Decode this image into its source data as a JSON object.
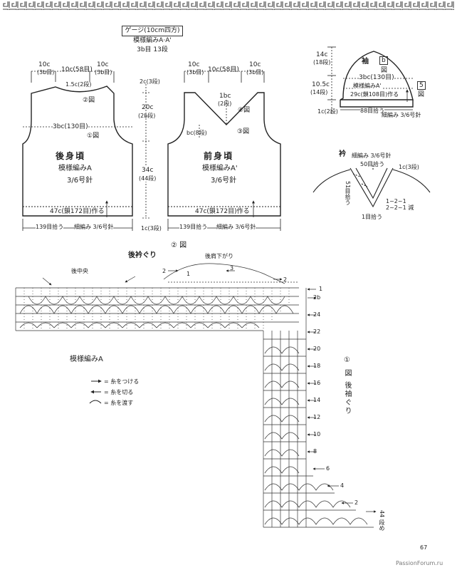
{
  "gauge": {
    "title": "ゲージ(10cm四方)",
    "line2": "模様編みA·A'",
    "line3": "3b目 13段"
  },
  "back": {
    "title": "後身頃",
    "pattern": "模様編みA",
    "needle": "3/6号針",
    "top_left": "10c",
    "top_left_st": "(3b目)",
    "top_mid": "10c(58目)",
    "top_right": "10c",
    "top_right_st": "(3b目)",
    "shoulder": "1.5c(2段)",
    "width": "3bc(130目)",
    "hem": "47c(鎖172目)作る",
    "hem_pick": "139目拾う",
    "hem_edge": "細編み 3/6号針",
    "ref2": "②図",
    "ref1": "①図"
  },
  "body_side": {
    "top": "2c(3段)",
    "armhole": "20c",
    "armhole_rows": "(2b段)",
    "length": "34c",
    "length_rows": "(44段)",
    "bottom": "1c(3段)"
  },
  "front": {
    "title": "前身頃",
    "pattern": "模様編みA'",
    "needle": "3/6号針",
    "top_left": "10c",
    "top_left_st": "(3b目)",
    "top_mid": "10c(58目)",
    "top_right": "10c",
    "top_right_st": "(3b目)",
    "neck": "1bc",
    "neck_rows": "(2段)",
    "ref4": "④図",
    "side_neck": "bc(8段)",
    "ref3": "③図",
    "hem": "47c(鎖172目)作る",
    "hem_pick": "139目拾う",
    "hem_edge": "細編み 3/6号針"
  },
  "sleeve": {
    "title": "袖",
    "ref_b": "b",
    "ref_b2": "図",
    "cap_h": "14c",
    "cap_rows": "(18段)",
    "body_h": "10.5c",
    "body_rows": "(14段)",
    "bottom": "1c(2段)",
    "top_w": "3bc(130目)",
    "pattern": "模様編みA'",
    "bottom_w": "29c(鎖108目)作る",
    "ref5": "5",
    "ref5b": "図",
    "pick": "88目拾う",
    "edge": "細編み 3/6号針"
  },
  "collar": {
    "title": "衿",
    "edge": "細編み 3/6号針",
    "pick_top": "50目拾う",
    "rows": "1c(3段)",
    "pick_left": "51目拾う",
    "dec": "1~2~1\n2~2~1 減",
    "pick_bottom": "1目拾う"
  },
  "chart": {
    "ref2": "② 図",
    "back_neck": "後衿ぐり",
    "shoulder_dec": "後肩下がり",
    "center": "後中央",
    "legend_title": "模様編みA",
    "legend": [
      "= 糸をつける",
      "= 糸を切る",
      "= 糸を渡す"
    ],
    "ref1_title": "① 図 後袖ぐり",
    "row_numbers": [
      "1",
      "2b",
      "24",
      "22",
      "20",
      "18",
      "16",
      "14",
      "12",
      "10",
      "8",
      "6",
      "4",
      "2"
    ],
    "top_arrows": [
      "2",
      "1",
      "3",
      "2"
    ],
    "end_label": "44 段め"
  },
  "page": {
    "number": "67",
    "credit": "PassionForum.ru"
  }
}
